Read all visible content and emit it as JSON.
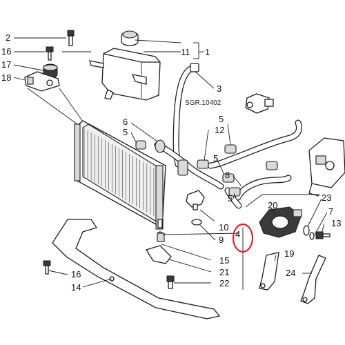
{
  "diagram": {
    "reference_code": "SGR.10402",
    "highlight_color": "#e0202a",
    "callouts": [
      {
        "id": "c2",
        "label": "2"
      },
      {
        "id": "c16a",
        "label": "16"
      },
      {
        "id": "c17",
        "label": "17"
      },
      {
        "id": "c18",
        "label": "18"
      },
      {
        "id": "c11",
        "label": "11"
      },
      {
        "id": "c1",
        "label": "1"
      },
      {
        "id": "c3",
        "label": "3"
      },
      {
        "id": "c6",
        "label": "6"
      },
      {
        "id": "c5a",
        "label": "5"
      },
      {
        "id": "c12",
        "label": "12"
      },
      {
        "id": "c5b",
        "label": "5"
      },
      {
        "id": "c5c",
        "label": "5"
      },
      {
        "id": "c8",
        "label": "8"
      },
      {
        "id": "c5d",
        "label": "5"
      },
      {
        "id": "c10",
        "label": "10"
      },
      {
        "id": "c9",
        "label": "9"
      },
      {
        "id": "c4",
        "label": "4"
      },
      {
        "id": "c20",
        "label": "20"
      },
      {
        "id": "c23",
        "label": "23"
      },
      {
        "id": "c7",
        "label": "7"
      },
      {
        "id": "c13",
        "label": "13"
      },
      {
        "id": "c19",
        "label": "19"
      },
      {
        "id": "c15",
        "label": "15"
      },
      {
        "id": "c21",
        "label": "21"
      },
      {
        "id": "c22",
        "label": "22"
      },
      {
        "id": "c24",
        "label": "24"
      },
      {
        "id": "c16b",
        "label": "16"
      },
      {
        "id": "c14",
        "label": "14"
      }
    ]
  }
}
